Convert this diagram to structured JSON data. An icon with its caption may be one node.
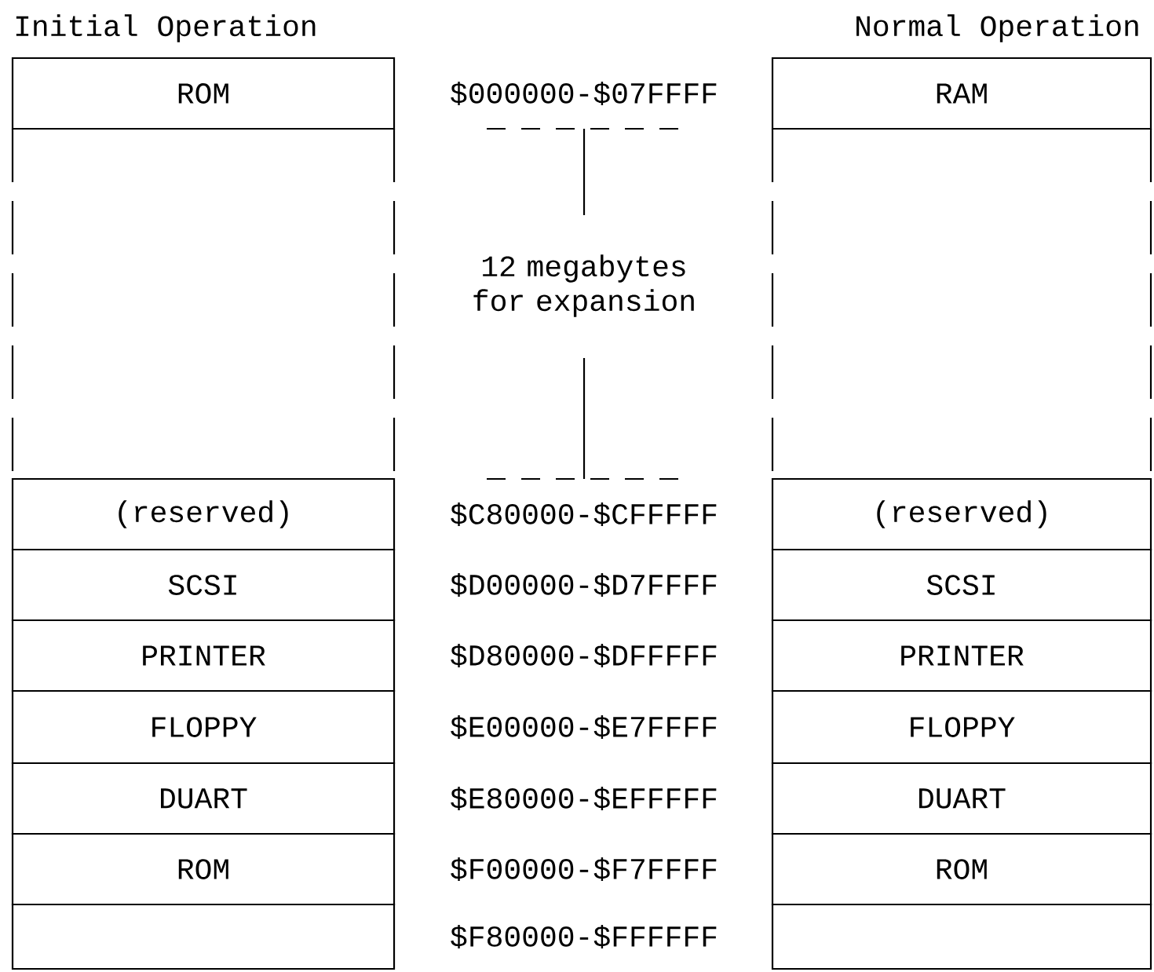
{
  "diagram": {
    "nodes": [
      {
        "text": [
          "ROM"
        ]
      },
      {
        "text": [],
        "shape": "box"
      },
      {
        "text": [
          "(reserved)"
        ]
      },
      {
        "text": [
          "SCSI"
        ]
      },
      {
        "text": [
          "PRINTER"
        ]
      },
      {
        "text": [
          "FLOPPY"
        ]
      },
      {
        "text": [
          "DUART"
        ]
      },
      {
        "text": [
          "ROM"
        ]
      },
      {
        "text": [],
        "shape": "box"
      },
      {
        "text": [
          "RAM"
        ]
      },
      {
        "text": [],
        "shape": "box"
      },
      {
        "text": [
          "(reserved)"
        ]
      },
      {
        "text": [
          "SCSI"
        ]
      },
      {
        "text": [
          "PRINTER"
        ]
      },
      {
        "text": [
          "FLOPPY"
        ]
      },
      {
        "text": [
          "DUART"
        ]
      },
      {
        "text": [
          "ROM"
        ]
      },
      {
        "text": [],
        "shape": "box"
      }
    ],
    "labels": [
      "Initial Operation",
      "Normal Operation",
      "$000000-$07FFFF",
      "12 megabytes for expansion",
      "$C80000-$CFFFFF",
      "$D00000-$D7FFFF",
      "$D80000-$DFFFFF",
      "$E00000-$E7FFFF",
      "$E80000-$EFFFFF",
      "$F00000-$F7FFFF",
      "$F80000-$FFFFFF"
    ]
  }
}
